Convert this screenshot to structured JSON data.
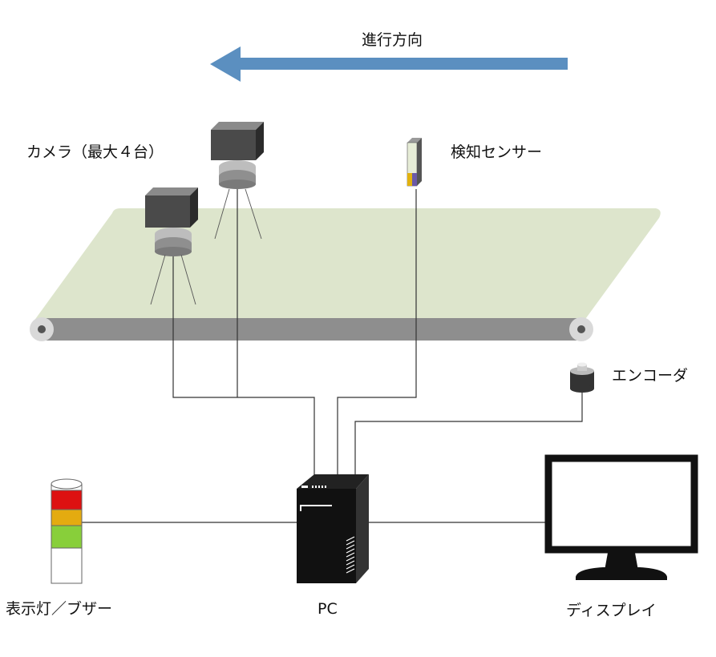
{
  "labels": {
    "direction": "進行方向",
    "camera": "カメラ（最大４台）",
    "sensor": "検知センサー",
    "encoder": "エンコーダ",
    "tower_light": "表示灯／ブザー",
    "pc": "PC",
    "display": "ディスプレイ"
  },
  "colors": {
    "arrow": "#5b8fc0",
    "belt": "#dde5cc",
    "roller": "#8e8e8e",
    "camera_body": "#4a4a4a",
    "light_red": "#dd1111",
    "light_amber": "#e4ab10",
    "light_green": "#88cf3a",
    "pc": "#111111"
  }
}
